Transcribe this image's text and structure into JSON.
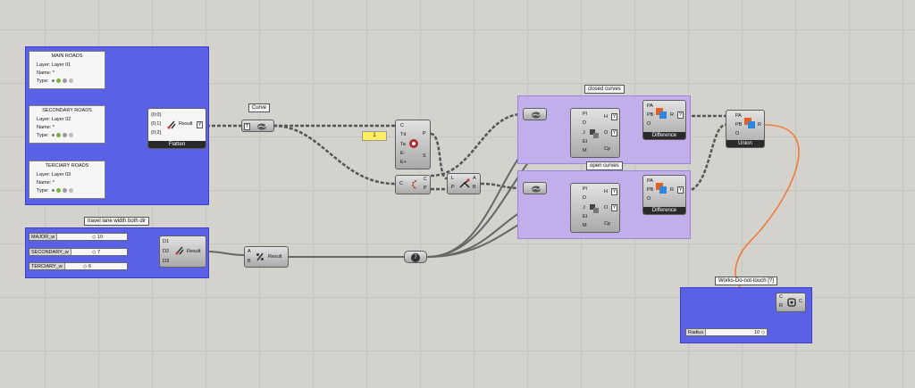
{
  "groups": {
    "travel_lane": "travel lane width both dir",
    "closed_curves": "closed curves",
    "open_curves": "open curves",
    "works": "Works-Do-not-touch [?]"
  },
  "layers": [
    {
      "title": "MAIN ROADS",
      "layer": "Layer:  Layer 01",
      "name": "Name:  *",
      "type": "Type:"
    },
    {
      "title": "SECONDARY ROADS",
      "layer": "Layer:  Layer 02",
      "name": "Name:  *",
      "type": "Type:"
    },
    {
      "title": "TERCIARY ROADS",
      "layer": "Layer:  Layer 03",
      "name": "Name:  *",
      "type": "Type:"
    }
  ],
  "flatten": {
    "inputs": [
      "{0;0}",
      "{0;1}",
      "{0;2}"
    ],
    "output": "Result",
    "footer": "Flatten"
  },
  "curve": {
    "label": "Curve"
  },
  "offset": {
    "inputs": [
      "C",
      "Td",
      "Ta",
      "E-",
      "E+"
    ],
    "outputs": [
      "P",
      "S"
    ]
  },
  "panel_value": "1",
  "closest": {
    "inputs": [
      "C",
      "P"
    ],
    "outputs": [
      "C",
      "P"
    ]
  },
  "shift": {
    "inputs": [
      "L",
      "P"
    ],
    "outputs": [
      "A",
      "B"
    ]
  },
  "sliders": [
    {
      "label": "MAJOR_w",
      "value": "10"
    },
    {
      "label": "SECONDARY_w",
      "value": "7"
    },
    {
      "label": "TERCIARY_w",
      "value": "6"
    }
  ],
  "expr": {
    "inputs": [
      "D1",
      "D2",
      "D3"
    ],
    "output": "Result"
  },
  "divide": {
    "inputs": [
      "A",
      "B"
    ],
    "output": "Result"
  },
  "param7": "7",
  "offset_big": {
    "inputs": [
      "Pl",
      "D",
      "J",
      "Et",
      "M"
    ],
    "outputs": [
      "H",
      "O",
      "Cp"
    ]
  },
  "difference": {
    "inputs": [
      "PA",
      "PB",
      "O"
    ],
    "output": "R",
    "footer": "Difference"
  },
  "union": {
    "inputs": [
      "PA",
      "PB",
      "O"
    ],
    "output": "R",
    "footer": "Union"
  },
  "radius": {
    "label": "Radius",
    "value": "10"
  },
  "fillet": {
    "inputs": [
      "C",
      "R"
    ],
    "output": "C"
  },
  "tabs": {
    "T": "T",
    "Y": "Y"
  },
  "colors": {
    "group_blue": "#5a61e6",
    "group_purple": "#c2aeea",
    "wire_orange": "#f27a3a",
    "wire_red": "#d8463a",
    "wire_blue": "#2838a8"
  }
}
